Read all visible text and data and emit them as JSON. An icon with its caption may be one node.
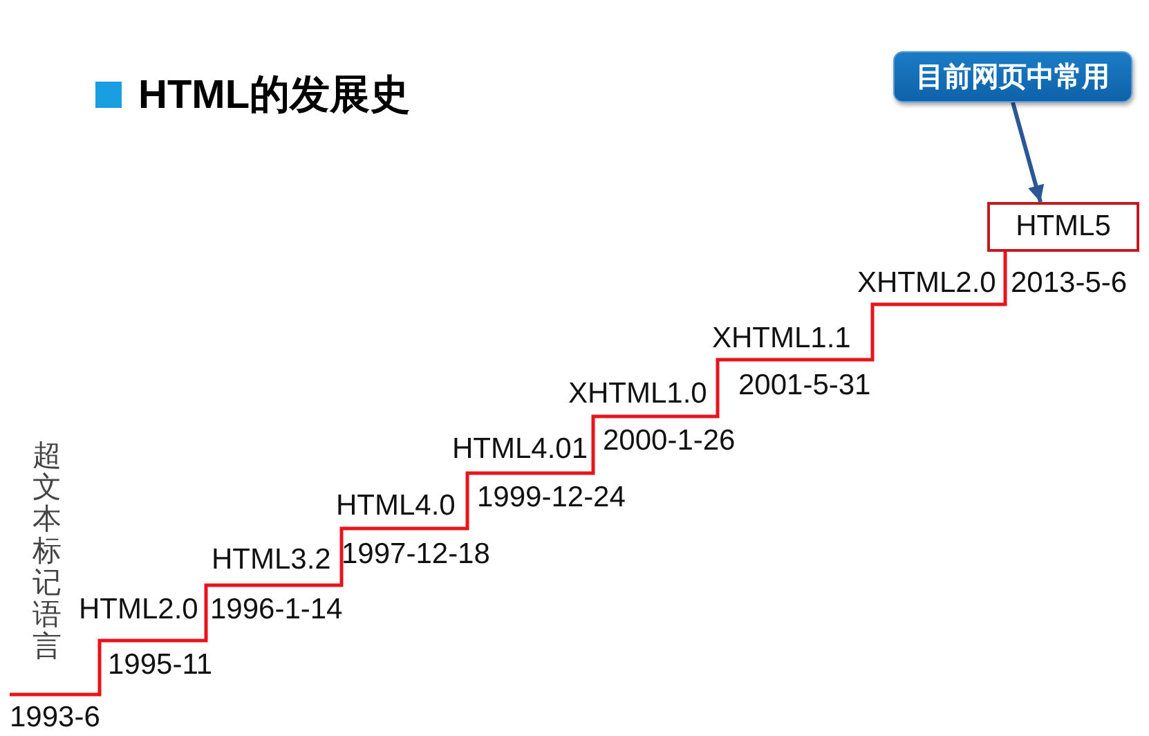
{
  "diagram": {
    "title": "HTML的发展史",
    "nodes": [
      {
        "text": [
          "目前网页中常用"
        ]
      },
      {
        "text": [
          "HTML5"
        ]
      }
    ],
    "edges": [
      {
        "from": 0,
        "to": 1,
        "arrow": "to"
      }
    ],
    "labels": [
      "超文本标记语言",
      "1993-6",
      "1995-11",
      "HTML2.0",
      "1996-1-14",
      "HTML3.2",
      "1997-12-18",
      "HTML4.0",
      "1999-12-24",
      "HTML4.01",
      "2000-1-26",
      "XHTML1.0",
      "2001-5-31",
      "XHTML1.1",
      "XHTML2.0",
      "2013-5-6"
    ]
  }
}
